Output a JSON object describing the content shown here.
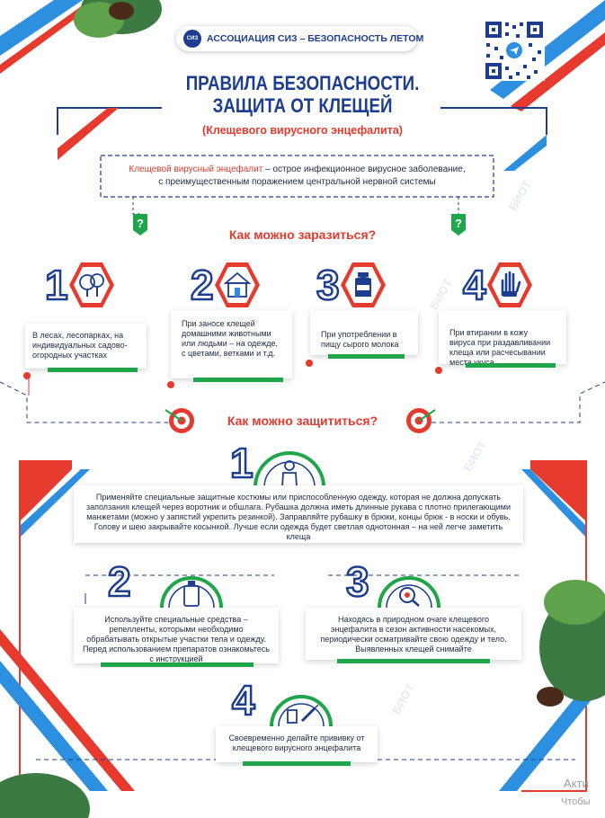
{
  "header": {
    "association": "АССОЦИАЦИЯ СИЗ – БЕЗОПАСНОСТЬ ЛЕТОМ",
    "logo_text": "СИЗ"
  },
  "title": {
    "line1": "ПРАВИЛА БЕЗОПАСНОСТИ.",
    "line2": "ЗАЩИТА ОТ КЛЕЩЕЙ",
    "subtitle": "(Клещевого вирусного энцефалита)"
  },
  "definition": {
    "term": "Клещевой вирусный энцефалит",
    "text1": " – острое инфекционное вирусное заболевание,",
    "text2": "с преимущественным поражением центральной нервной системы"
  },
  "infection": {
    "heading": "Как можно заразиться?",
    "items": [
      {
        "num": "1",
        "text": "В лесах, лесопарках, на индивидуальных садово-огородных участках",
        "icon": "forest-icon"
      },
      {
        "num": "2",
        "text": "При заносе клещей домашними животными или людьми – на одежде, с цветами, ветками и т.д.",
        "icon": "house-pet-icon"
      },
      {
        "num": "3",
        "text": "При употреблении в пищу сырого молока",
        "icon": "milk-can-icon"
      },
      {
        "num": "4",
        "text": "При втирании в кожу вируса при раздавливании клеща или расчесывании места укуса",
        "icon": "glove-icon"
      }
    ]
  },
  "protection": {
    "heading": "Как можно защититься?",
    "items": [
      {
        "num": "1",
        "text": "Применяйте специальные защитные костюмы или приспособленную одежду, которая не должна допускать заползания клещей через воротник и обшлага. Рубашка должна иметь длинные рукава с плотно прилегающими манжетами (можно у запястий укрепить резинкой). Заправляйте рубашку в брюки, концы брюк - в носки и обувь. Голову и шею закрывайте косынкой. Лучше если одежда будет светлая однотонная – на ней легче заметить клеща",
        "icon": "protective-suit-icon"
      },
      {
        "num": "2",
        "text": "Используйте специальные средства – репелленты, которыми необходимо обрабатывать открытые участки тела и одежду. Перед использованием препаратов ознакомьтесь с инструкцией",
        "icon": "repellent-spray-icon"
      },
      {
        "num": "3",
        "text": "Находясь в природном очаге клещевого энцефалита в сезон активности насекомых, периодически осматривайте свою одежду и тело. Выявленных клещей снимайте",
        "icon": "magnifier-tick-icon"
      },
      {
        "num": "4",
        "text": "Своевременно делайте прививку от клещевого вирусного энцефалита",
        "icon": "vaccine-icon"
      }
    ]
  },
  "watermark": "БИОТ",
  "overlay": {
    "line1": "Акти",
    "line2": "Чтобы"
  },
  "colors": {
    "blue": "#1d3e8f",
    "red": "#e63a2e",
    "green": "#1fa64a",
    "lightblue": "#2d8fe0"
  }
}
